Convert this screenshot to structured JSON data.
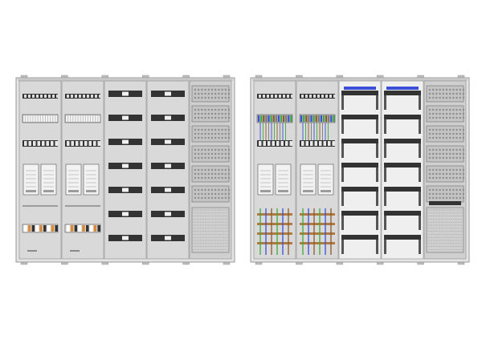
{
  "colors": {
    "background": "#ffffff",
    "cabinet_frame": "#9a9a9a",
    "cabinet_fill": "#e4e4e4",
    "panel_fill": "#d9d9d9",
    "panel_stroke": "#8a8a8a",
    "dark_bar": "#333333",
    "meter_fill": "#f2f2f2",
    "wire_blue": "#3a4fd6",
    "wire_green": "#3caa3c",
    "wire_brown": "#8a5a2b",
    "wire_grey": "#7a7a7a",
    "busbar": "#b07a40",
    "terminal_orange": "#d98a3a"
  },
  "cabinets": [
    {
      "id": "front-view",
      "description_visible": false,
      "covers": "closed",
      "columns": [
        {
          "type": "meter-column",
          "sections": [
            "terminal-strip",
            "meter-boxes",
            "fuse-strip"
          ]
        },
        {
          "type": "meter-column",
          "sections": [
            "terminal-strip",
            "meter-boxes",
            "fuse-strip"
          ]
        },
        {
          "type": "breaker-column",
          "rows": 7
        },
        {
          "type": "breaker-column",
          "rows": 7
        },
        {
          "type": "ventilated-column",
          "sections": [
            "vent-grilles",
            "perforated-panel"
          ]
        }
      ]
    },
    {
      "id": "interior-view",
      "description_visible": false,
      "covers": "open",
      "columns": [
        {
          "type": "meter-column-wired",
          "sections": [
            "terminal-strip",
            "meter-boxes",
            "busbar-wiring"
          ]
        },
        {
          "type": "meter-column-wired",
          "sections": [
            "terminal-strip",
            "meter-boxes",
            "busbar-wiring"
          ]
        },
        {
          "type": "din-rail-column",
          "rows": 7
        },
        {
          "type": "din-rail-column",
          "rows": 7
        },
        {
          "type": "ventilated-column",
          "sections": [
            "vent-grilles",
            "perforated-panel"
          ]
        }
      ]
    }
  ]
}
